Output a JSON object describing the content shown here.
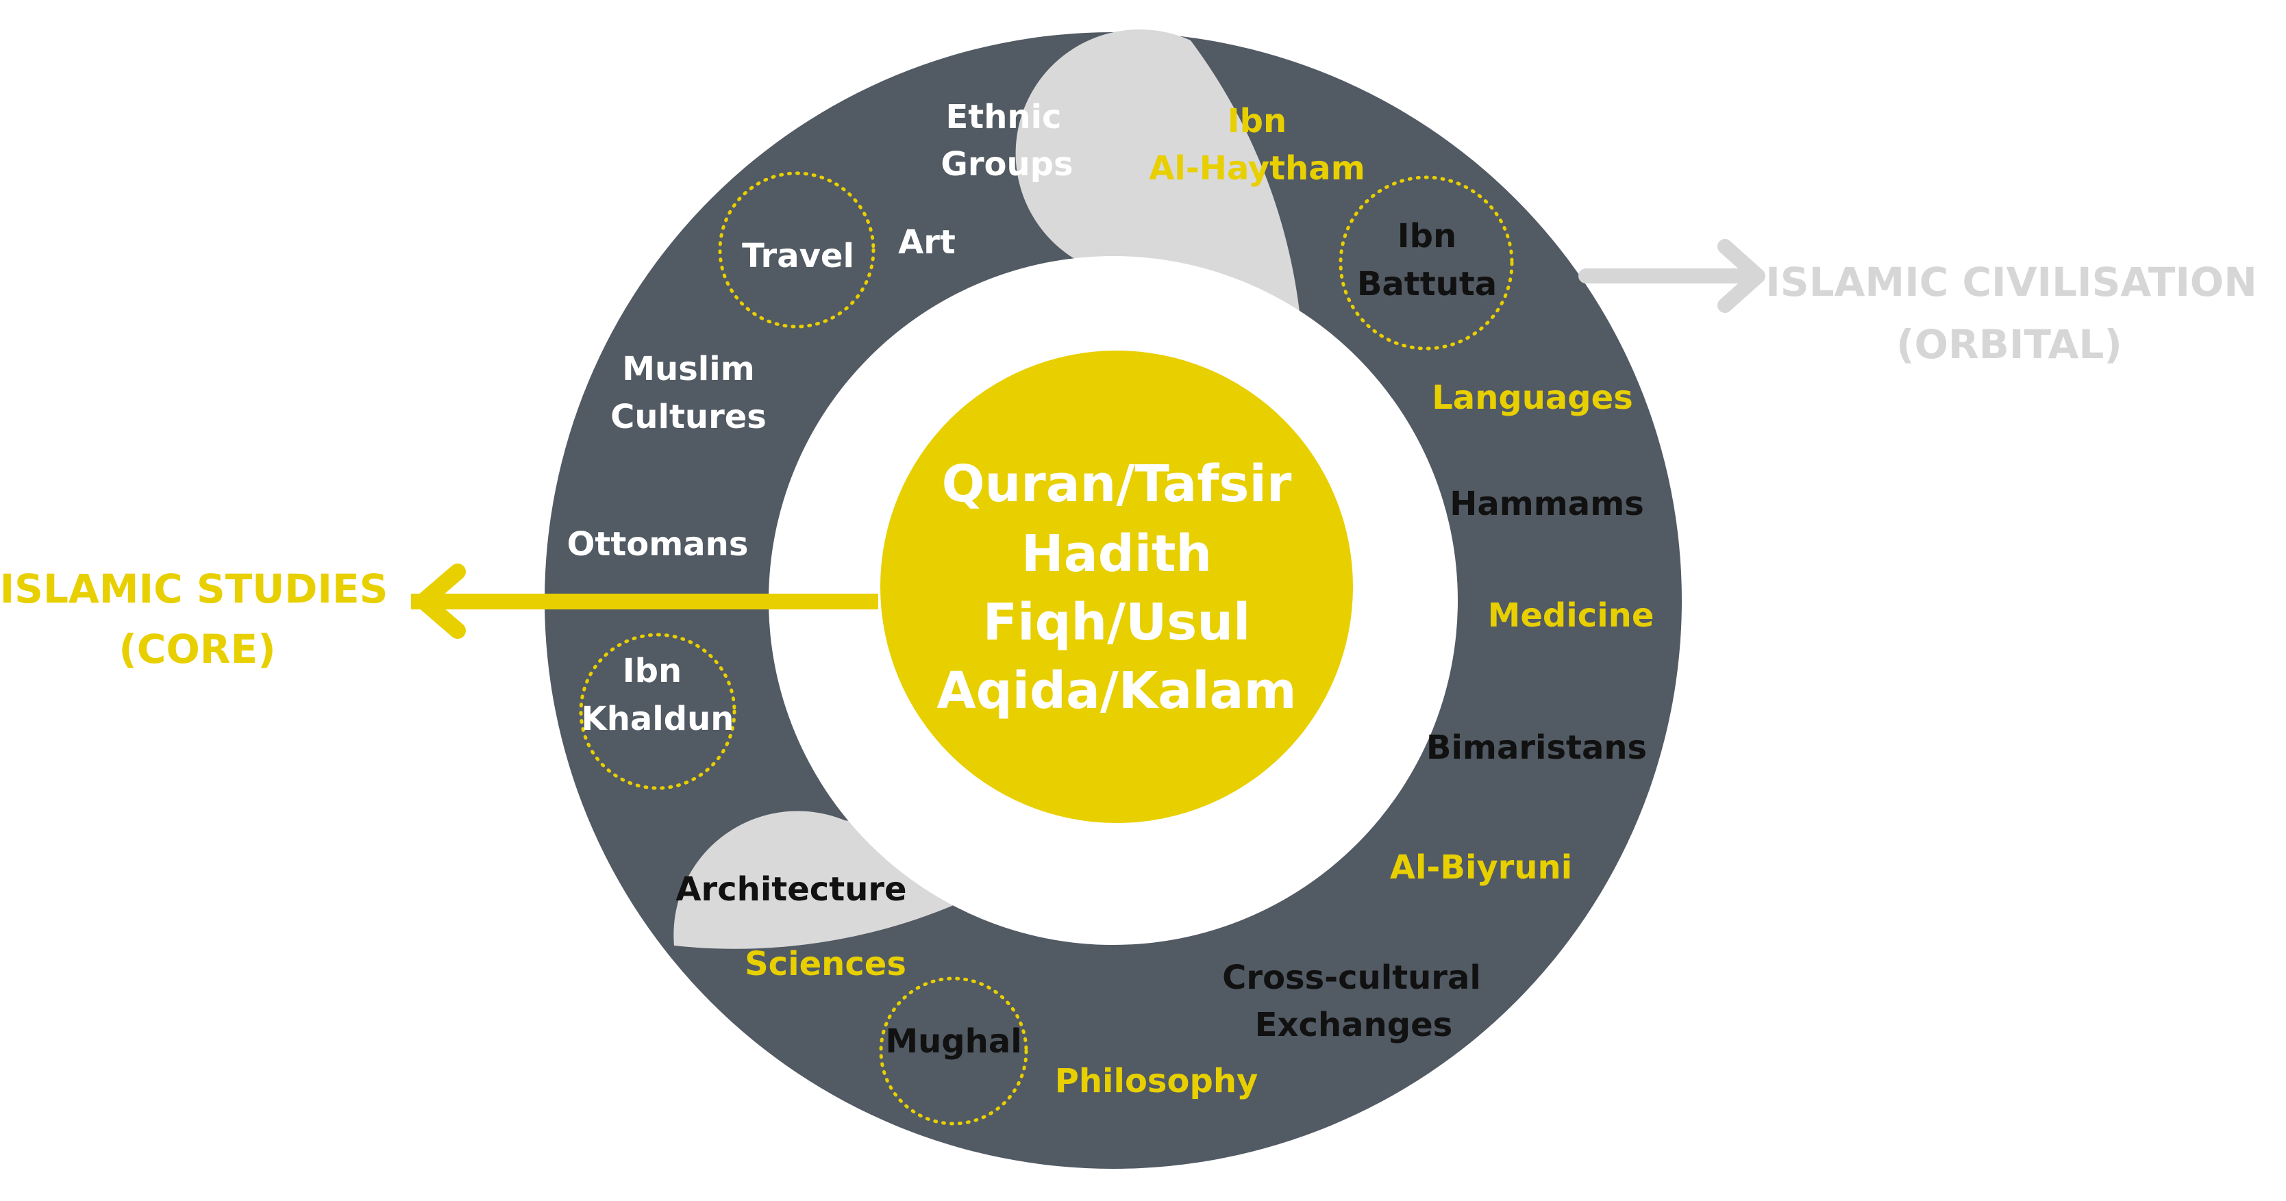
{
  "colors": {
    "dark": "#525a63",
    "light": "#d9d9d9",
    "yellow": "#e8cf00",
    "white": "#ffffff",
    "black": "#111111",
    "caption_gray": "#d6d6d6"
  },
  "center": {
    "lines": [
      "Quran/Tafsir",
      "Hadith",
      "Fiqh/Usul",
      "Aqida/Kalam"
    ]
  },
  "left_caption": {
    "line1": "ISLAMIC STUDIES",
    "line2": "(CORE)"
  },
  "right_caption": {
    "line1": "ISLAMIC CIVILISATION",
    "line2": "(ORBITAL)"
  },
  "dark_labels": {
    "ethnic_groups": [
      "Ethnic",
      "Groups"
    ],
    "art": "Art",
    "travel": "Travel",
    "muslim_cultures": [
      "Muslim",
      "Cultures"
    ],
    "ottomans": "Ottomans",
    "ibn_khaldun": [
      "Ibn",
      "Khaldun"
    ]
  },
  "light_labels": {
    "ibn_al_haytham": [
      "Ibn",
      "Al-Haytham"
    ],
    "ibn_battuta": [
      "Ibn",
      "Battuta"
    ],
    "languages": "Languages",
    "hammams": "Hammams",
    "medicine": "Medicine",
    "bimaristans": "Bimaristans",
    "al_biyruni": "Al-Biyruni",
    "cross_cultural": [
      "Cross-cultural",
      "Exchanges"
    ],
    "philosophy": "Philosophy",
    "mughal": "Mughal",
    "sciences": "Sciences",
    "architecture": "Architecture"
  }
}
